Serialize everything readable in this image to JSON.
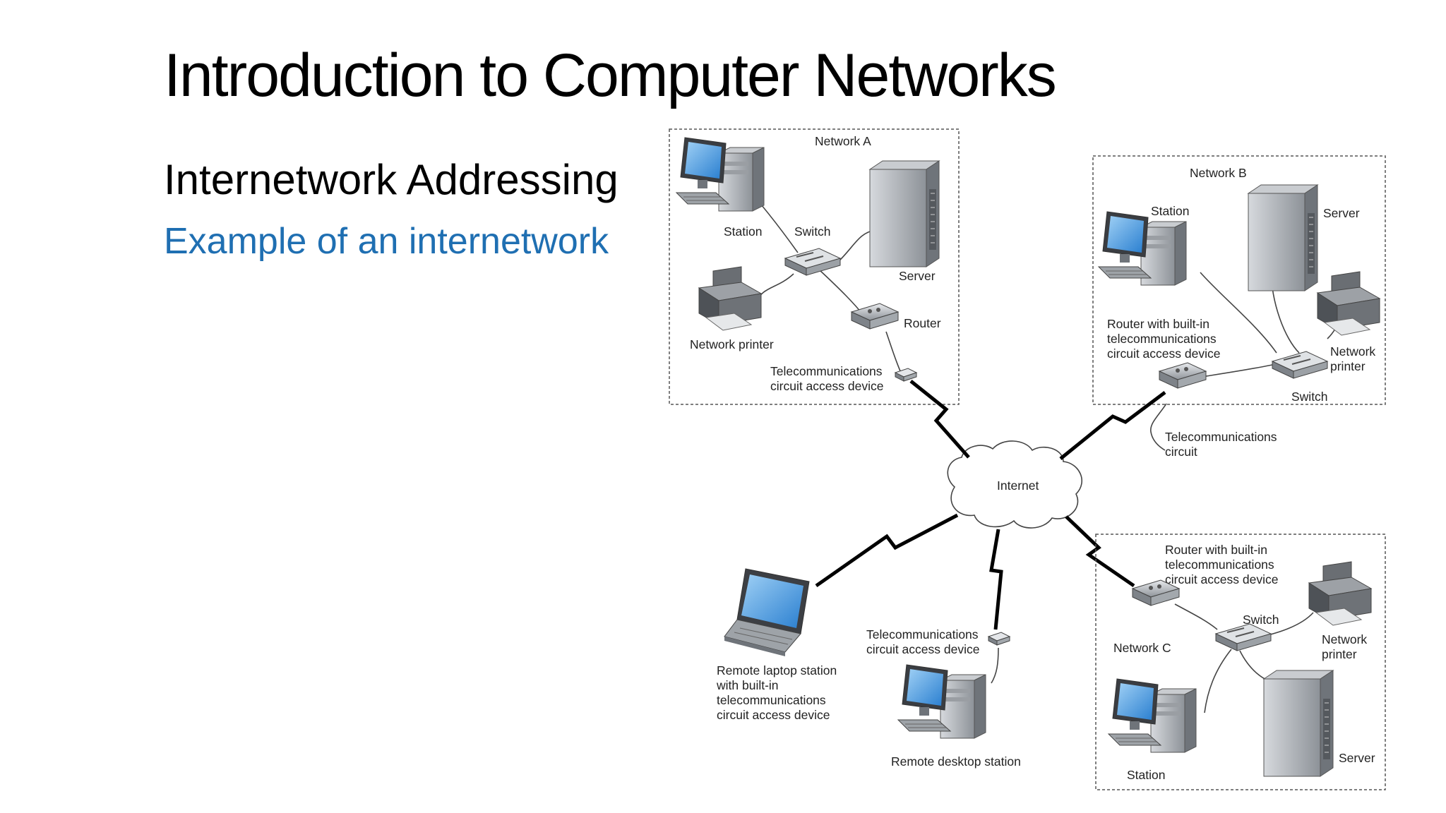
{
  "slide": {
    "title": "Introduction to Computer Networks",
    "subtitle": "Internetwork Addressing",
    "caption": "Example of an internetwork",
    "caption_color": "#1f6fb2"
  },
  "diagram": {
    "internet": "Internet",
    "network_a": {
      "name": "Network A",
      "station": "Station",
      "switch": "Switch",
      "server": "Server",
      "router": "Router",
      "printer": "Network printer",
      "access_line1": "Telecommunications",
      "access_line2": "circuit access device"
    },
    "network_b": {
      "name": "Network B",
      "station": "Station",
      "server": "Server",
      "router_line1": "Router with built-in",
      "router_line2": "telecommunications",
      "router_line3": "circuit access device",
      "printer_line1": "Network",
      "printer_line2": "printer",
      "switch": "Switch",
      "circuit_line1": "Telecommunications",
      "circuit_line2": "circuit"
    },
    "network_c": {
      "name": "Network C",
      "router_line1": "Router with built-in",
      "router_line2": "telecommunications",
      "router_line3": "circuit access device",
      "switch": "Switch",
      "printer_line1": "Network",
      "printer_line2": "printer",
      "station": "Station",
      "server": "Server"
    },
    "remote_laptop": {
      "line1": "Remote laptop station",
      "line2": "with built-in",
      "line3": "telecommunications",
      "line4": "circuit access device"
    },
    "remote_desktop": {
      "access_line1": "Telecommunications",
      "access_line2": "circuit access device",
      "label": "Remote desktop station"
    }
  }
}
